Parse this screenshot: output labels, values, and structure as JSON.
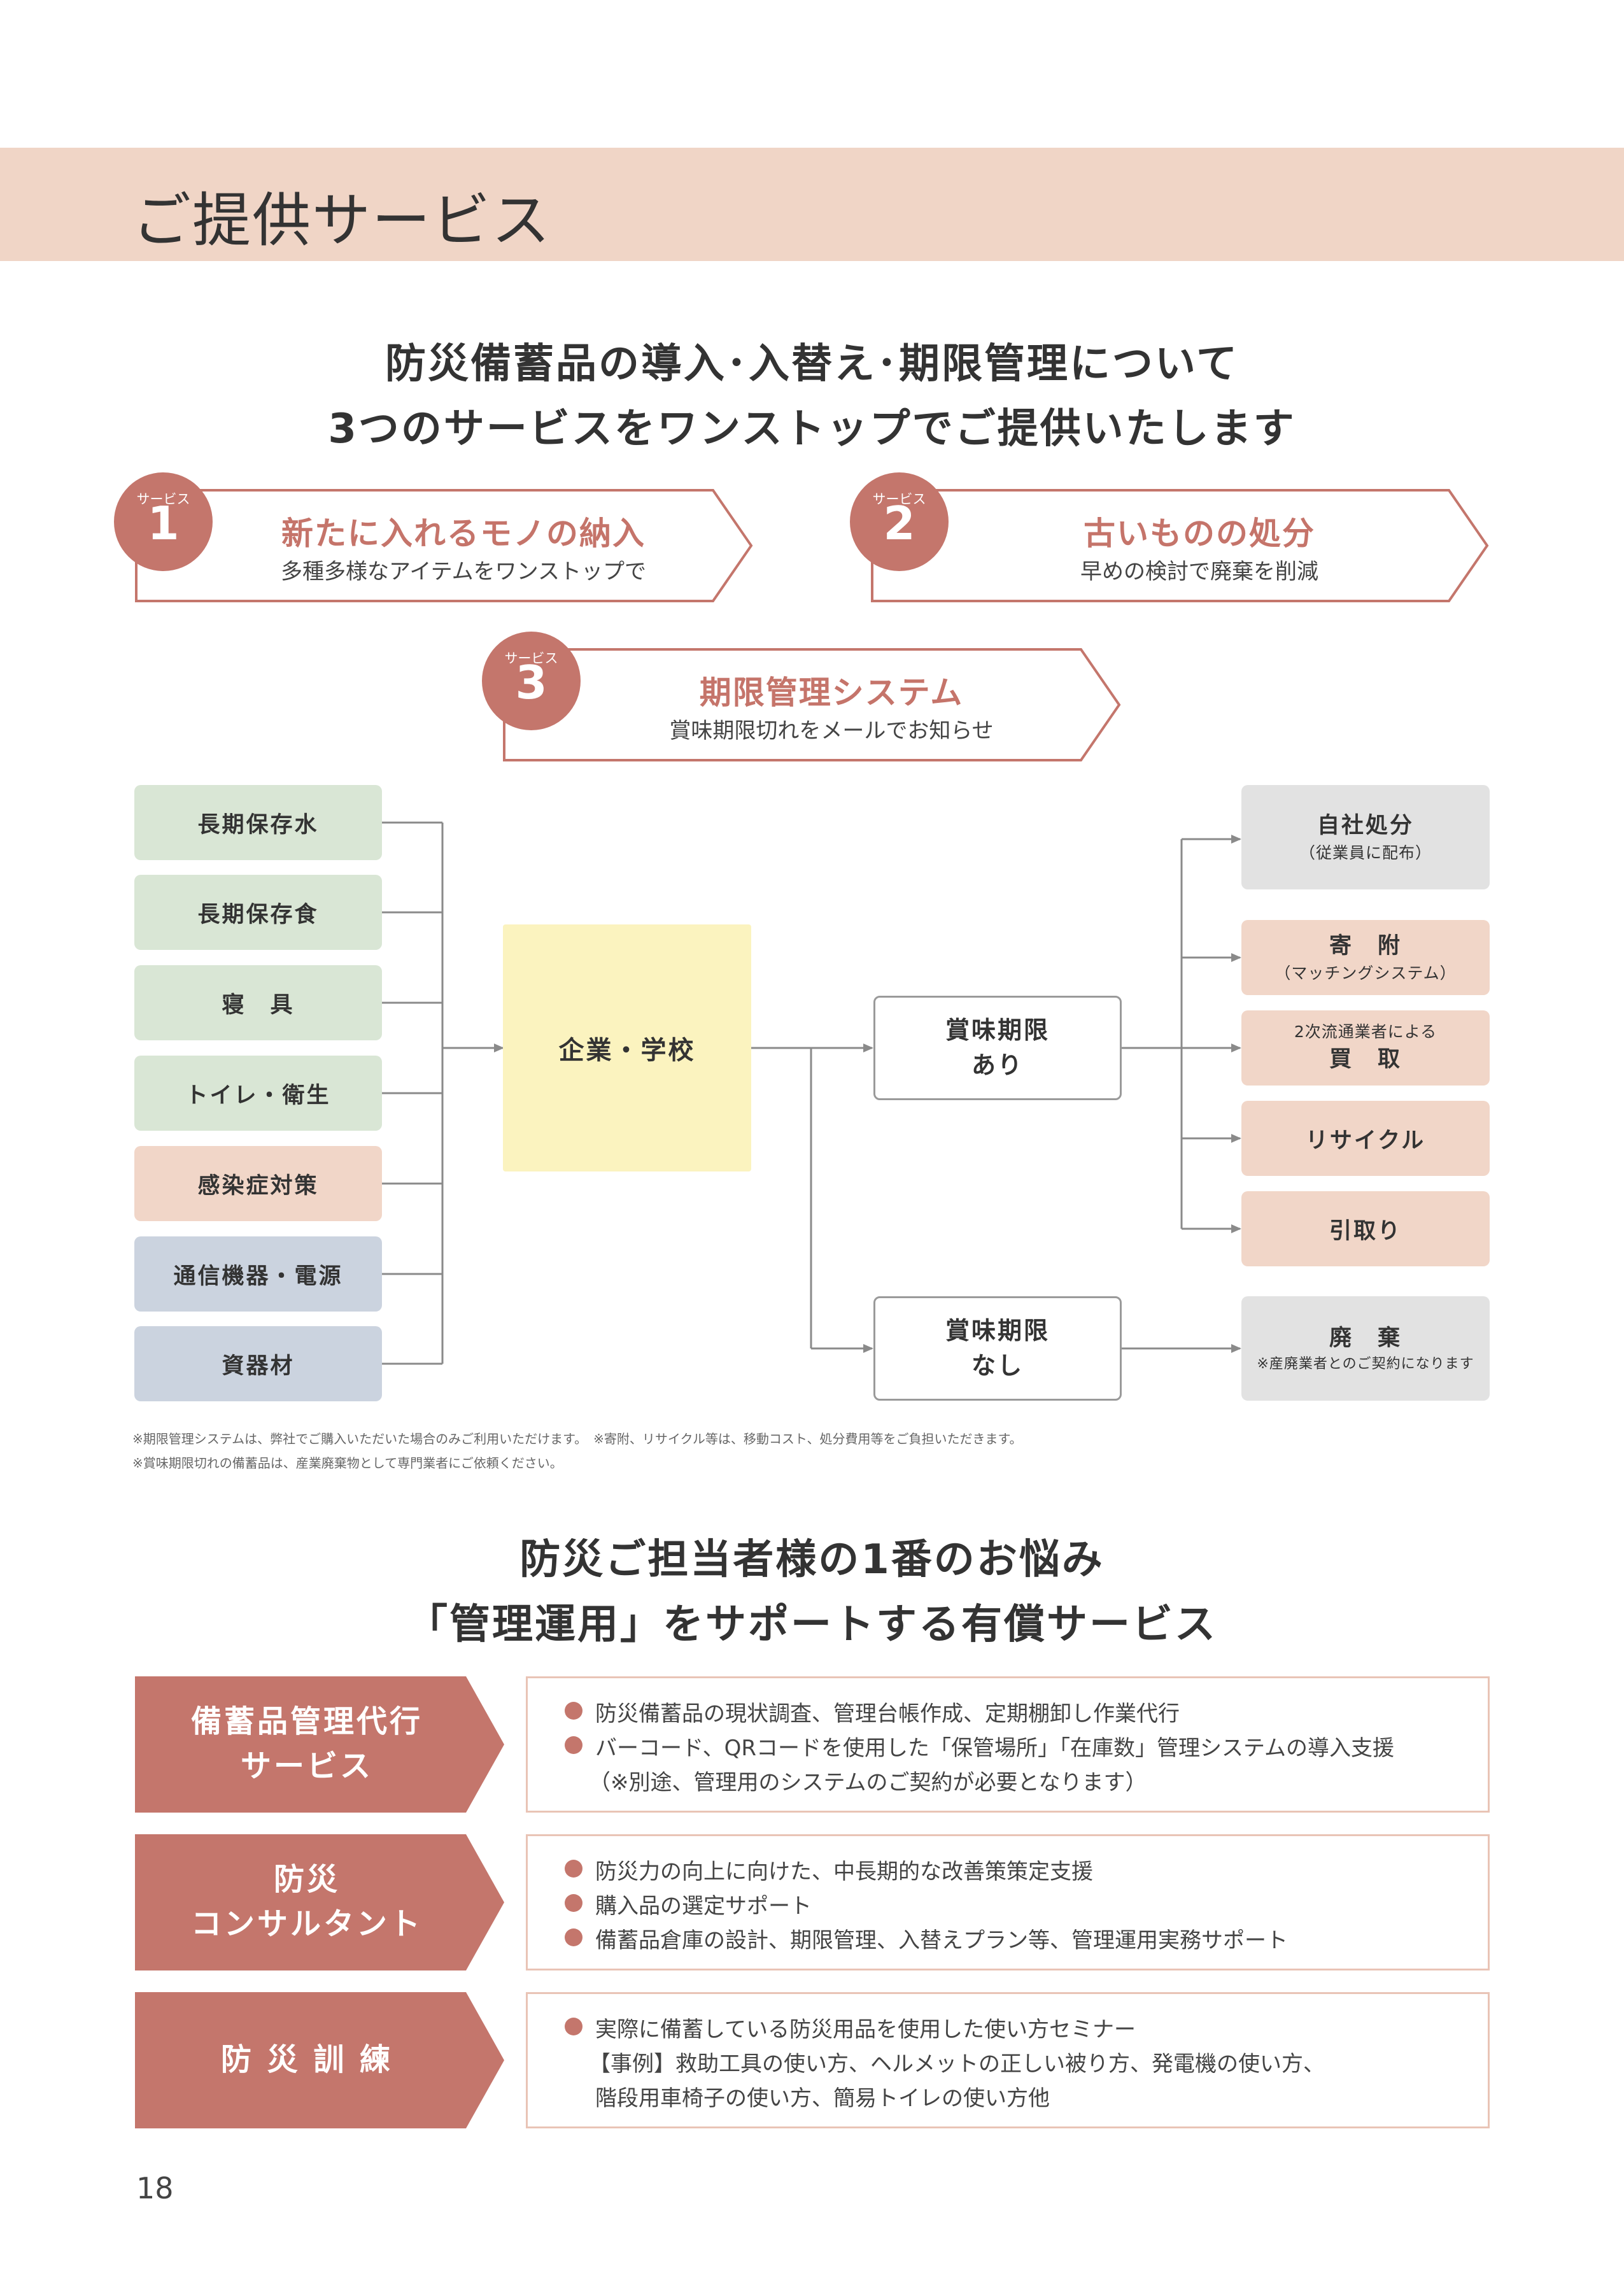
{
  "header": {
    "title": "ご提供サービス"
  },
  "headline1": {
    "line1": "防災備蓄品の導入･入替え･期限管理について",
    "line2": "3つのサービスをワンストップでご提供いたします"
  },
  "services": [
    {
      "label": "サービス",
      "num": "1",
      "title": "新たに入れるモノの納入",
      "sub": "多種多様なアイテムをワンストップで"
    },
    {
      "label": "サービス",
      "num": "2",
      "title": "古いものの処分",
      "sub": "早めの検討で廃棄を削減"
    },
    {
      "label": "サービス",
      "num": "3",
      "title": "期限管理システム",
      "sub": "賞味期限切れをメールでお知らせ"
    }
  ],
  "flow": {
    "items": [
      "長期保存水",
      "長期保存食",
      "寝　具",
      "トイレ・衛生",
      "感染症対策",
      "通信機器・電源",
      "資器材"
    ],
    "center": "企業・学校",
    "with_expiry": [
      "賞味期限",
      "あり"
    ],
    "without_expiry": [
      "賞味期限",
      "なし"
    ],
    "self_disposal": {
      "title": "自社処分",
      "sub": "（従業員に配布）"
    },
    "donation": {
      "title": "寄　附",
      "sub": "（マッチングシステム）"
    },
    "buyback": {
      "pre": "2次流通業者による",
      "title": "買　取"
    },
    "recycle": "リサイクル",
    "pickup": "引取り",
    "waste": {
      "title": "廃　棄",
      "sub": "※産廃業者とのご契約になります"
    },
    "note1": "※期限管理システムは、弊社でご購入いただいた場合のみご利用いただけます。　※寄附、リサイクル等は、移動コスト、処分費用等をご負担いただきます。",
    "note2": "※賞味期限切れの備蓄品は、産業廃棄物として専門業者にご依頼ください。"
  },
  "headline2": {
    "line1": "防災ご担当者様の1番のお悩み",
    "line2": "「管理運用」をサポートする有償サービス"
  },
  "paid_services": [
    {
      "tag": [
        "備蓄品管理代行",
        "サービス"
      ],
      "lines": [
        "防災備蓄品の現状調査、管理台帳作成、定期棚卸し作業代行",
        "バーコード、QRコードを使用した「保管場所」「在庫数」管理システムの導入支援",
        "（※別途、管理用のシステムのご契約が必要となります）"
      ]
    },
    {
      "tag": [
        "防災",
        "コンサルタント"
      ],
      "lines": [
        "防災力の向上に向けた、中長期的な改善策策定支援",
        "購入品の選定サポート",
        "備蓄品倉庫の設計、期限管理、入替えプラン等、管理運用実務サポート"
      ]
    },
    {
      "tag": [
        "防 災 訓 練"
      ],
      "lines": [
        "実際に備蓄している防災用品を使用した使い方セミナー",
        "【事例】救助工具の使い方、ヘルメットの正しい被り方、発電機の使い方、",
        "階段用車椅子の使い方、簡易トイレの使い方他"
      ]
    }
  ],
  "page_number": "18"
}
